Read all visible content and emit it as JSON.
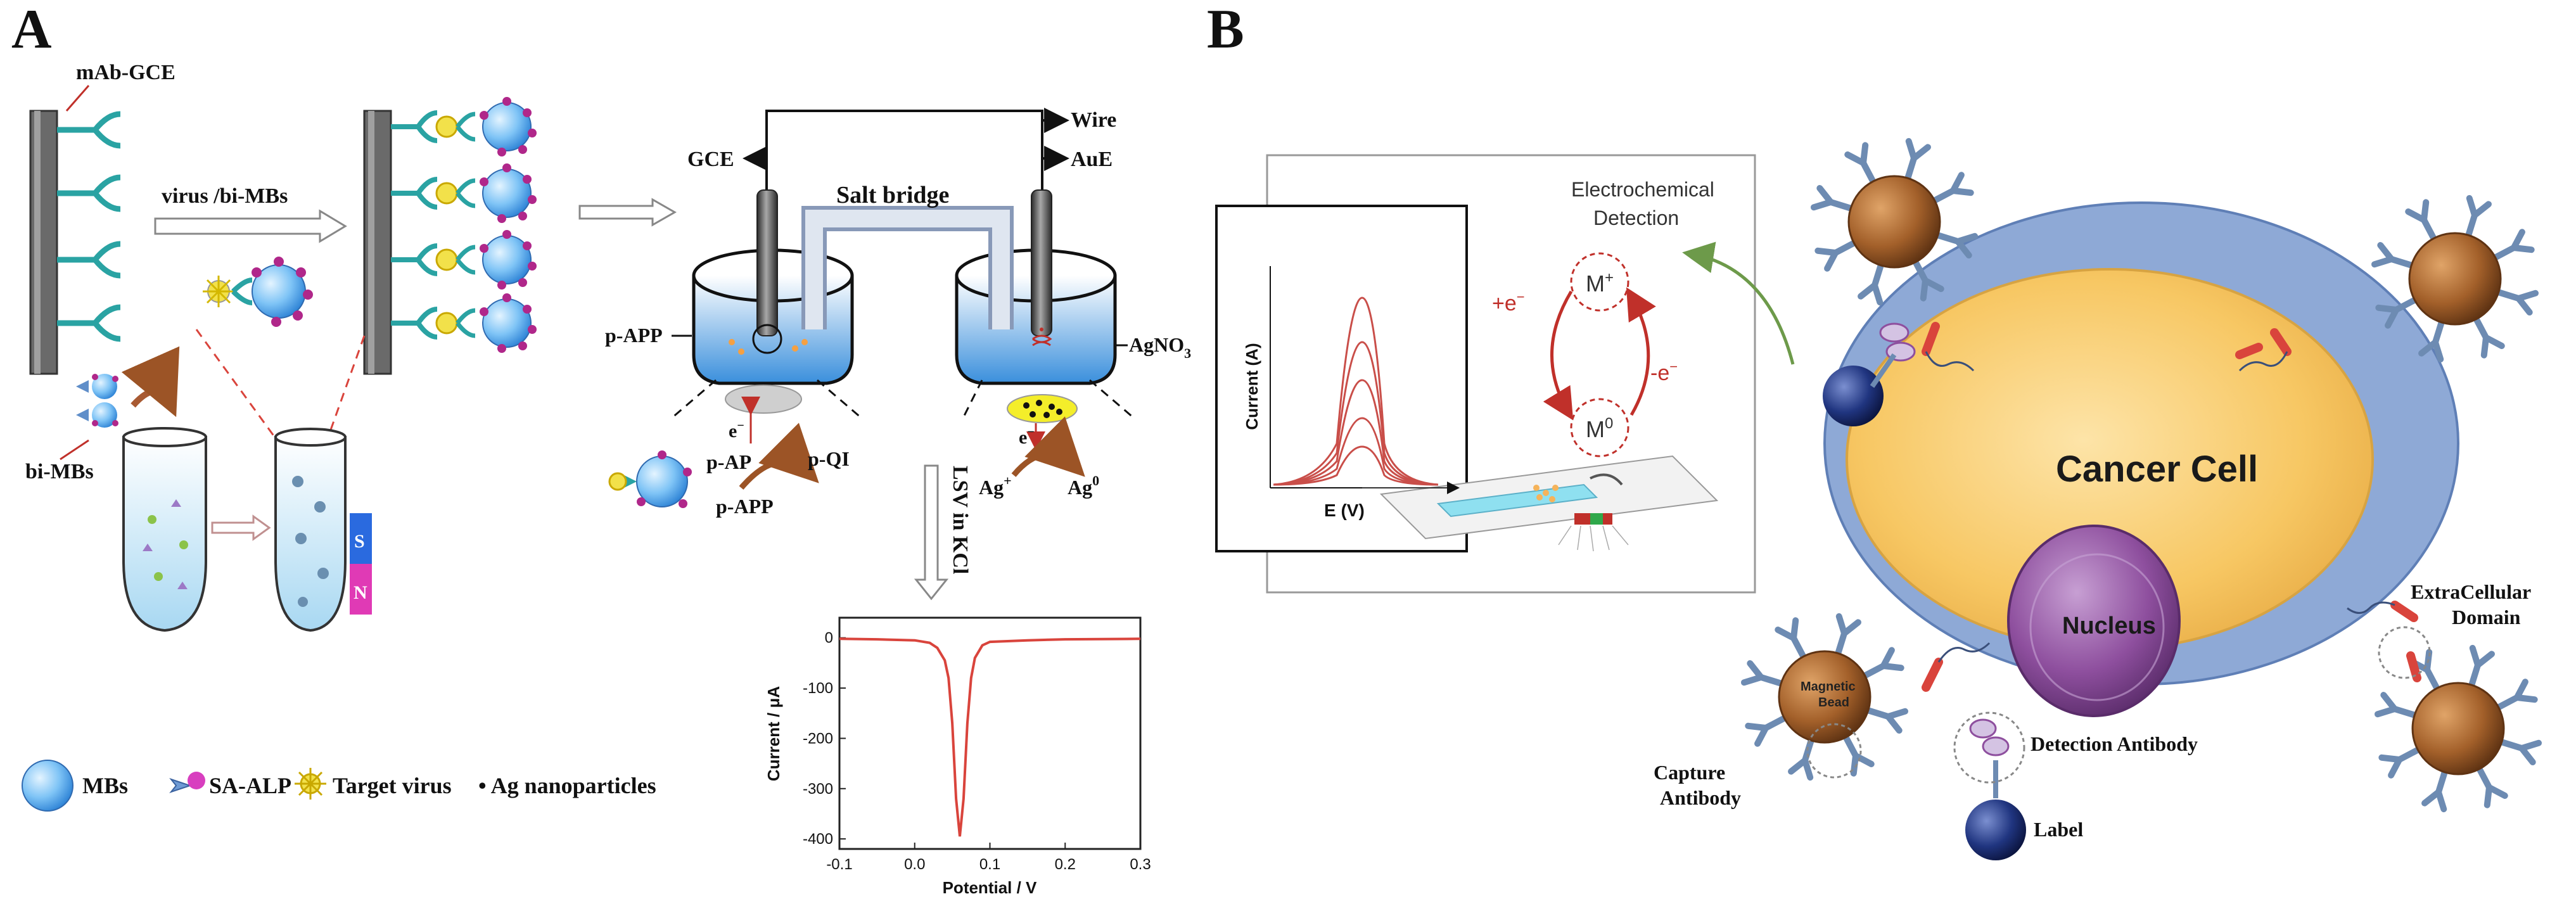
{
  "panel_a": {
    "letter": "A",
    "labels": {
      "mab_gce": "mAb-GCE",
      "virus_bimbs": "virus /bi-MBs",
      "bi_mbs": "bi-MBs",
      "wire": "Wire",
      "gce": "GCE",
      "aue": "AuE",
      "salt_bridge": "Salt bridge",
      "p_app_left": "p-APP",
      "agno3_main": "AgNO",
      "agno3_sub": "3",
      "electron": "e",
      "electron_sup": "−",
      "p_ap": "p-AP",
      "p_qi": "p-QI",
      "p_app_bottom": "p-APP",
      "ag_plus_main": "Ag",
      "ag_plus_sup": "+",
      "ag0_main": "Ag",
      "ag0_sup": "0",
      "lsv": "LSV in KCl",
      "tube_s": "S",
      "tube_n": "N"
    },
    "legend": {
      "mbs": "MBs",
      "sa_alp": "SA-ALP",
      "target_virus": "Target virus",
      "ag_nano": "• Ag nanoparticles"
    }
  },
  "chart_data": {
    "type": "line",
    "xlabel": "Potential / V",
    "ylabel": "Current / μA",
    "xlim": [
      -0.1,
      0.3
    ],
    "ylim": [
      -420,
      40
    ],
    "xticks": [
      "-0.1",
      "0.0",
      "0.1",
      "0.2",
      "0.3"
    ],
    "yticks": [
      "0",
      "-100",
      "-200",
      "-300",
      "-400"
    ],
    "series": [
      {
        "color": "#d9443c",
        "x": [
          -0.1,
          -0.05,
          0.0,
          0.02,
          0.03,
          0.04,
          0.045,
          0.05,
          0.055,
          0.06,
          0.065,
          0.07,
          0.075,
          0.08,
          0.09,
          0.1,
          0.15,
          0.2,
          0.3
        ],
        "y": [
          -2,
          -3,
          -5,
          -10,
          -20,
          -45,
          -80,
          -170,
          -320,
          -395,
          -320,
          -170,
          -80,
          -40,
          -15,
          -8,
          -5,
          -3,
          -2
        ]
      }
    ]
  },
  "panel_b": {
    "letter": "B",
    "labels": {
      "electrochemical": "Electrochemical",
      "detection": "Detection",
      "current_axis": "Current (A)",
      "e_axis": "E (V)",
      "m_plus_main": "M",
      "m_plus_sup": "+",
      "m0_main": "M",
      "m0_sup": "0",
      "plus_e": "+e",
      "plus_e_sup": "−",
      "minus_e": "-e",
      "minus_e_sup": "−",
      "cancer_cell": "Cancer Cell",
      "nucleus": "Nucleus",
      "magnetic": "Magnetic",
      "bead": "Bead",
      "extracellular": "ExtraCellular",
      "domain": "Domain",
      "detection_antibody": "Detection Antibody",
      "capture": "Capture",
      "antibody": "Antibody",
      "label": "Label"
    }
  },
  "colors": {
    "teal": "#2aa3a3",
    "mb_blue": "#5aaef0",
    "magenta": "#b0278a",
    "curve_red": "#d9443c",
    "cell_blue": "#8ea9d6",
    "cell_yellow": "#f7c763",
    "nucleus_purple": "#8e4f9e",
    "bead_brown": "#a2602a",
    "antibody_blue": "#6d8bb2",
    "label_navy": "#1b2b6b",
    "arrow_green": "#6d9a4a"
  }
}
